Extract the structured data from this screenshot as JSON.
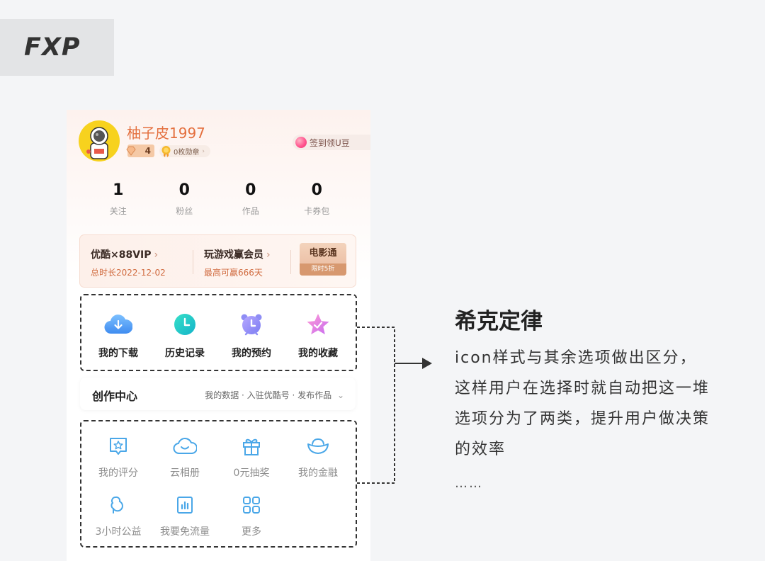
{
  "brand": {
    "logo_text": "FXP"
  },
  "profile": {
    "username": "柚子皮1997",
    "level": "4",
    "medals": "0枚勋章",
    "signin_label": "签到领U豆"
  },
  "stats": [
    {
      "value": "1",
      "label": "关注"
    },
    {
      "value": "0",
      "label": "粉丝"
    },
    {
      "value": "0",
      "label": "作品"
    },
    {
      "value": "0",
      "label": "卡券包"
    }
  ],
  "vip": {
    "item1": {
      "title": "优酷×88VIP",
      "sub": "总时长2022-12-02"
    },
    "item2": {
      "title": "玩游戏赢会员",
      "sub": "最高可赢666天"
    },
    "movie": {
      "title": "电影通",
      "tag": "限时5折"
    }
  },
  "quick": [
    {
      "label": "我的下载",
      "icon": "cloud-download-icon"
    },
    {
      "label": "历史记录",
      "icon": "clock-icon"
    },
    {
      "label": "我的预约",
      "icon": "alarm-clock-icon"
    },
    {
      "label": "我的收藏",
      "icon": "star-icon"
    }
  ],
  "creator": {
    "title": "创作中心",
    "links": "我的数据 · 入驻优酷号 · 发布作品"
  },
  "options": [
    {
      "label": "我的评分",
      "icon": "rating-icon"
    },
    {
      "label": "云相册",
      "icon": "cloud-icon"
    },
    {
      "label": "0元抽奖",
      "icon": "gift-icon"
    },
    {
      "label": "我的金融",
      "icon": "ingot-icon"
    },
    {
      "label": "3小时公益",
      "icon": "charity-icon"
    },
    {
      "label": "我要免流量",
      "icon": "data-icon"
    },
    {
      "label": "更多",
      "icon": "grid-icon"
    }
  ],
  "annotation": {
    "title": "希克定律",
    "description": "icon样式与其余选项做出区分，这样用户在选择时就自动把这一堆选项分为了两类，提升用户做决策的效率",
    "ellipsis": "……"
  },
  "colors": {
    "accent": "#e4703f",
    "icon_blue": "#4aa7e8",
    "dash": "#333333"
  }
}
